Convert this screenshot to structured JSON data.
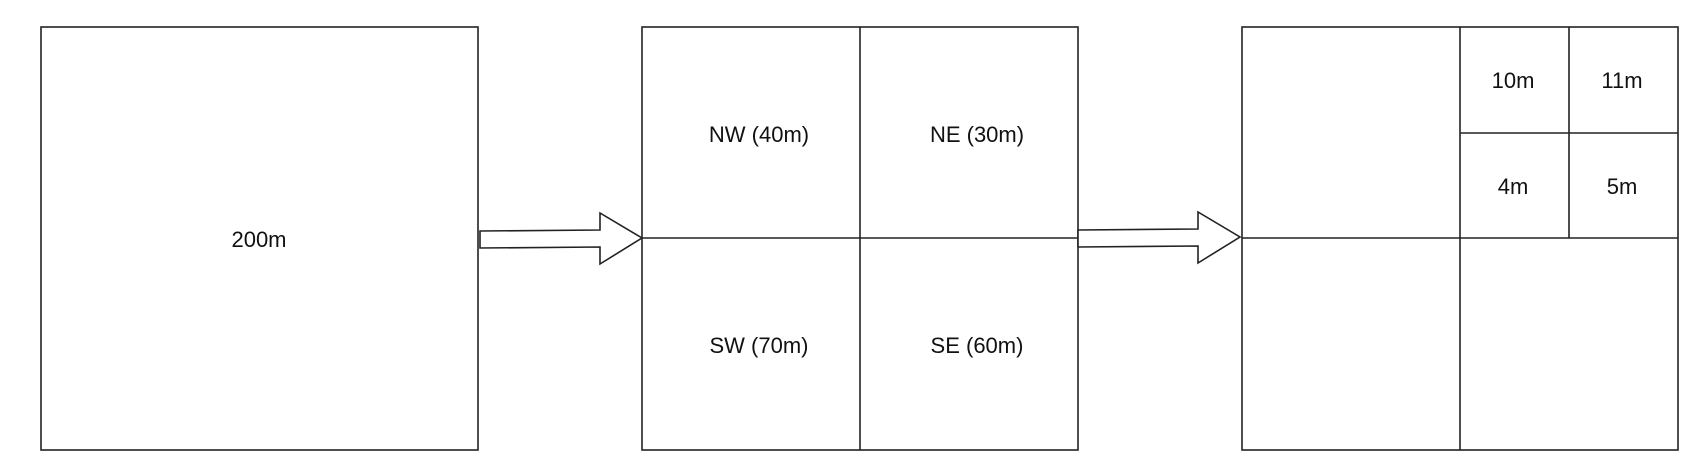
{
  "diagram": {
    "stage1": {
      "label": "200m"
    },
    "stage2": {
      "quadrants": {
        "nw": "NW (40m)",
        "ne": "NE (30m)",
        "sw": "SW (70m)",
        "se": "SE (60m)"
      }
    },
    "stage3": {
      "subquadrants": {
        "tl": "10m",
        "tr": "11m",
        "bl": "4m",
        "br": "5m"
      }
    },
    "colors": {
      "stroke": "#222222",
      "fill": "#ffffff",
      "text": "#111111"
    }
  }
}
